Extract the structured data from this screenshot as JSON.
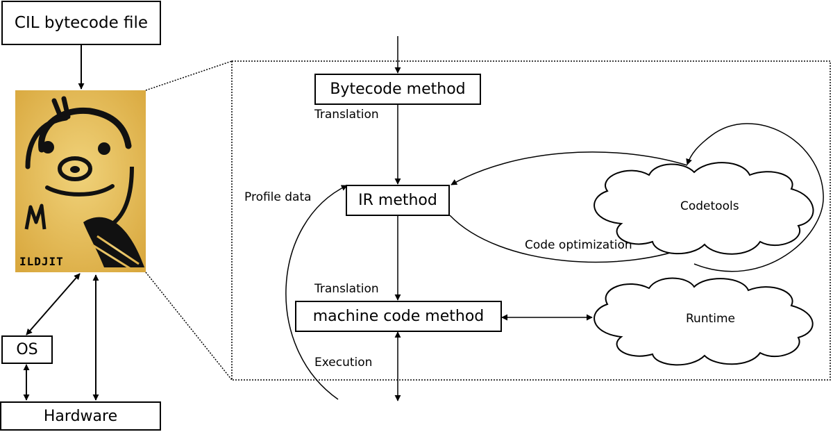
{
  "left": {
    "source_file": "CIL bytecode file",
    "logo_text": "ILDJIT",
    "os": "OS",
    "hardware": "Hardware"
  },
  "detail": {
    "bytecode_method": "Bytecode method",
    "ir_method": "IR method",
    "machine_code_method": "machine code method",
    "codetools": "Codetools",
    "runtime": "Runtime"
  },
  "edges": {
    "translation_1": "Translation",
    "translation_2": "Translation",
    "profile_data": "Profile data",
    "code_optimization": "Code optimization",
    "execution": "Execution"
  },
  "colors": {
    "logo_background": "#e0b84e",
    "ink": "#000000"
  }
}
